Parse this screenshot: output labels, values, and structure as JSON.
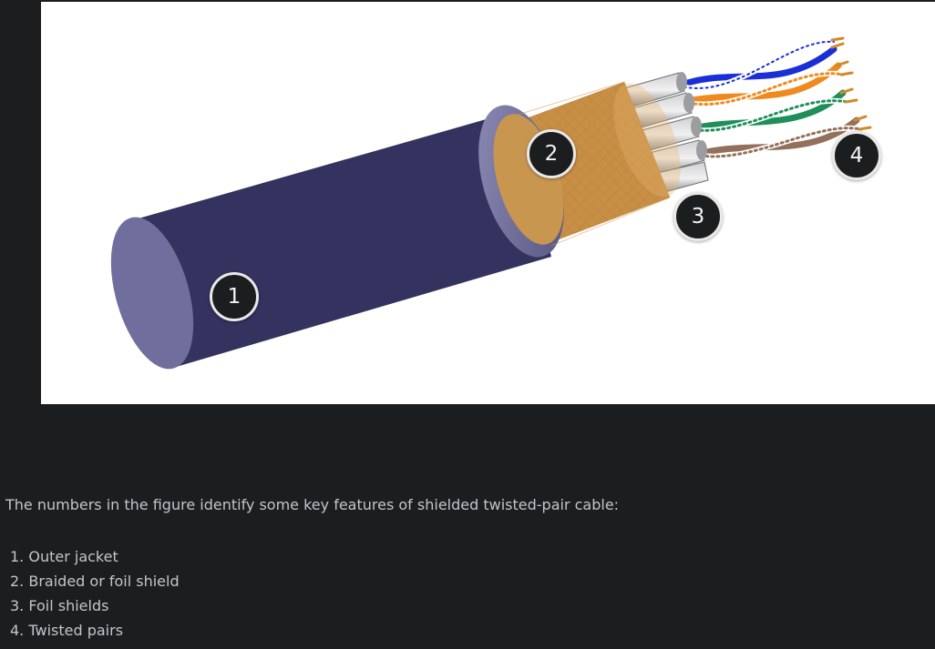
{
  "figure": {
    "markers": [
      "1",
      "2",
      "3",
      "4"
    ]
  },
  "caption": "The numbers in the figure identify some key features of shielded twisted-pair cable:",
  "features": [
    "1. Outer jacket",
    "2. Braided or foil shield",
    "3. Foil shields",
    "4. Twisted pairs"
  ],
  "colors": {
    "jacket": "#6d6c9a",
    "braid": "#e9b66e",
    "foil": "#a9aaac",
    "pair_blue": "#1b2fd6",
    "pair_orange": "#f08a1f",
    "pair_green": "#1f8f5a",
    "pair_brown": "#93705b"
  }
}
